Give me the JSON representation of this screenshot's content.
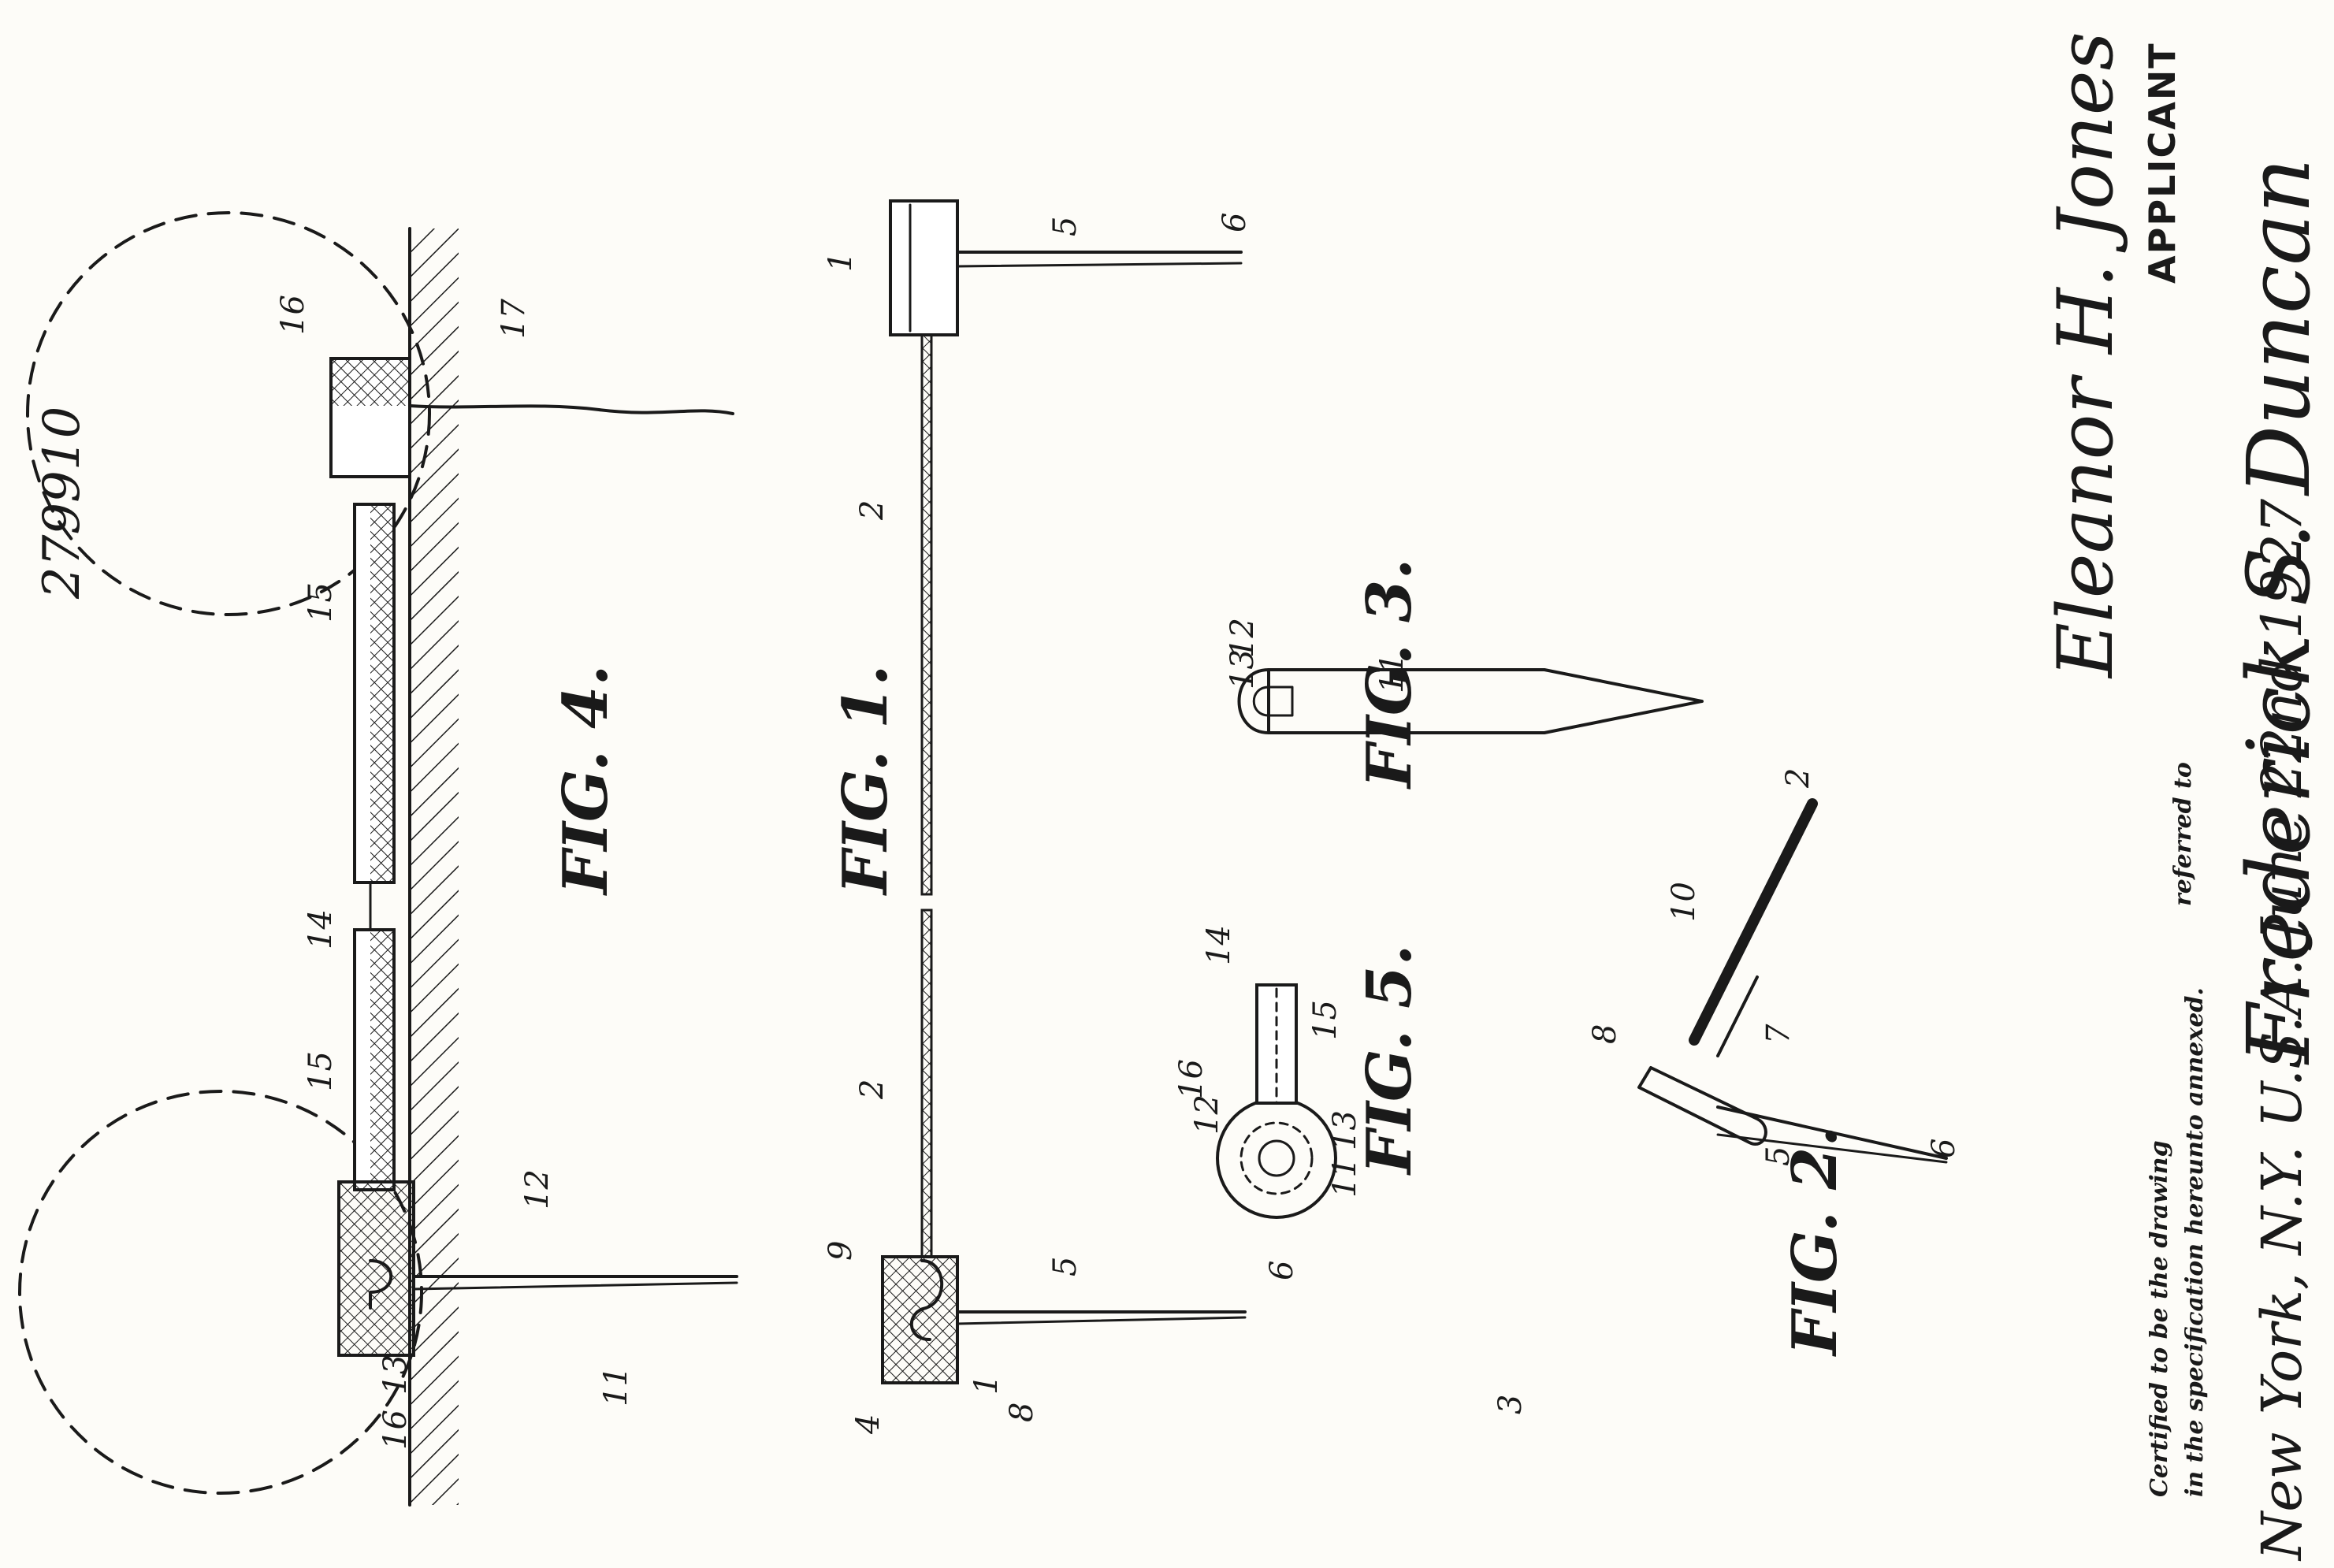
{
  "document": {
    "patent_number": "279910",
    "figures": {
      "fig1": "FIG. 1.",
      "fig2": "FIG. 2.",
      "fig3": "FIG. 3.",
      "fig4": "FIG. 4.",
      "fig5": "FIG. 5."
    },
    "reference_numerals": {
      "fig1": [
        "1",
        "2",
        "2",
        "3",
        "4",
        "5",
        "5",
        "6",
        "6",
        "8",
        "9",
        "1"
      ],
      "fig2": [
        "2",
        "10",
        "8",
        "5",
        "6",
        "7"
      ],
      "fig3": [
        "12",
        "13",
        "11"
      ],
      "fig4": [
        "16",
        "17",
        "15",
        "14",
        "15",
        "12",
        "16",
        "13",
        "11"
      ],
      "fig5": [
        "14",
        "15",
        "16",
        "12",
        "11",
        "13"
      ]
    },
    "inventor_signature": "Eleanor H. Jones",
    "applicant_label": "APPLICANT",
    "attorney_signature": "Frederick S. Duncan",
    "referred_to": "referred to",
    "certification_line1": "Certified to be the drawing",
    "certification_line2": "in the specification hereunto annexed.",
    "place_date": "New York, N.Y. U.S.A. June 22nd 1927"
  }
}
